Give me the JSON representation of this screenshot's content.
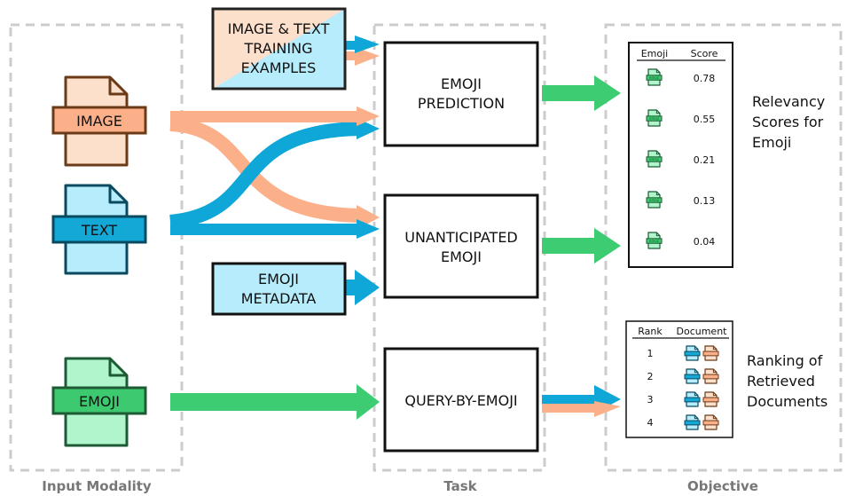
{
  "sections": {
    "input": "Input Modality",
    "task": "Task",
    "objective": "Objective"
  },
  "inputs": {
    "image": "IMAGE",
    "text": "TEXT",
    "emoji": "EMOJI"
  },
  "side_inputs": {
    "training_line1": "IMAGE & TEXT",
    "training_line2": "TRAINING",
    "training_line3": "EXAMPLES",
    "metadata_line1": "EMOJI",
    "metadata_line2": "METADATA"
  },
  "tasks": {
    "prediction_line1": "EMOJI",
    "prediction_line2": "PREDICTION",
    "unanticipated_line1": "UNANTICIPATED",
    "unanticipated_line2": "EMOJI",
    "query": "QUERY-BY-EMOJI"
  },
  "score_table": {
    "col_emoji": "Emoji",
    "col_score": "Score",
    "icon_label": "emoji",
    "scores": [
      "0.78",
      "0.55",
      "0.21",
      "0.13",
      "0.04"
    ]
  },
  "rank_table": {
    "col_rank": "Rank",
    "col_document": "Document",
    "ranks": [
      "1",
      "2",
      "3",
      "4"
    ]
  },
  "objectives": {
    "relevancy_line1": "Relevancy",
    "relevancy_line2": "Scores for",
    "relevancy_line3": "Emoji",
    "ranking_line1": "Ranking of",
    "ranking_line2": "Retrieved",
    "ranking_line3": "Documents"
  },
  "colors": {
    "image_fill": "#fde0cc",
    "image_band": "#fbb08a",
    "image_stroke": "#6b3a17",
    "text_fill": "#b6ecfb",
    "text_band": "#14a8d6",
    "text_stroke": "#0a4a60",
    "emoji_fill": "#b0f5cc",
    "emoji_band": "#3dc96f",
    "emoji_stroke": "#1e5b34",
    "orange_arrow": "#fbb08a",
    "blue_arrow": "#0ea7d8",
    "green_arrow": "#3dcc72",
    "dashed": "#cccccc"
  }
}
